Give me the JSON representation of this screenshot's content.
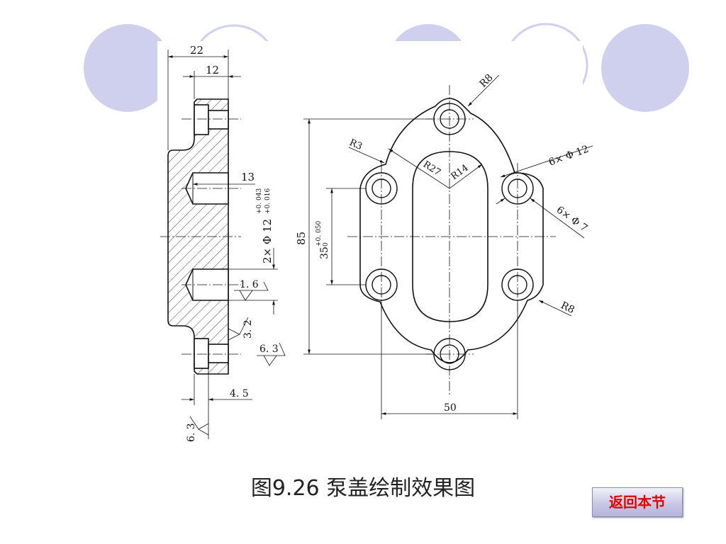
{
  "caption": "图9.26  泵盖绘制效果图",
  "back_button": "返回本节",
  "colors": {
    "decor_circle": "#cfcfee",
    "line": "#111111",
    "button_text": "#e00000"
  },
  "side_view": {
    "dim_22": "22",
    "dim_12": "12",
    "dim_13": "13",
    "dim_4_5": "4. 5",
    "hole_callout_main": "2× Φ 12",
    "hole_tol_upper": "+0. 043",
    "hole_tol_lower": "+0. 016",
    "rough_1_6": "1. 6",
    "rough_3_2": "3. 2",
    "rough_6_3_a": "6. 3",
    "rough_6_3_b": "6. 3"
  },
  "front_view": {
    "dim_85": "85",
    "dim_35": "35",
    "dim_35_tol_upper": "+0. 050",
    "dim_35_tol_lower": "0",
    "dim_50": "50",
    "r8_top": "R8",
    "r3": "R3",
    "r27": "R27",
    "r14": "R14",
    "holes_12": "6× Φ 12",
    "holes_7": "6× Φ 7",
    "r8_bottom": "R8"
  }
}
